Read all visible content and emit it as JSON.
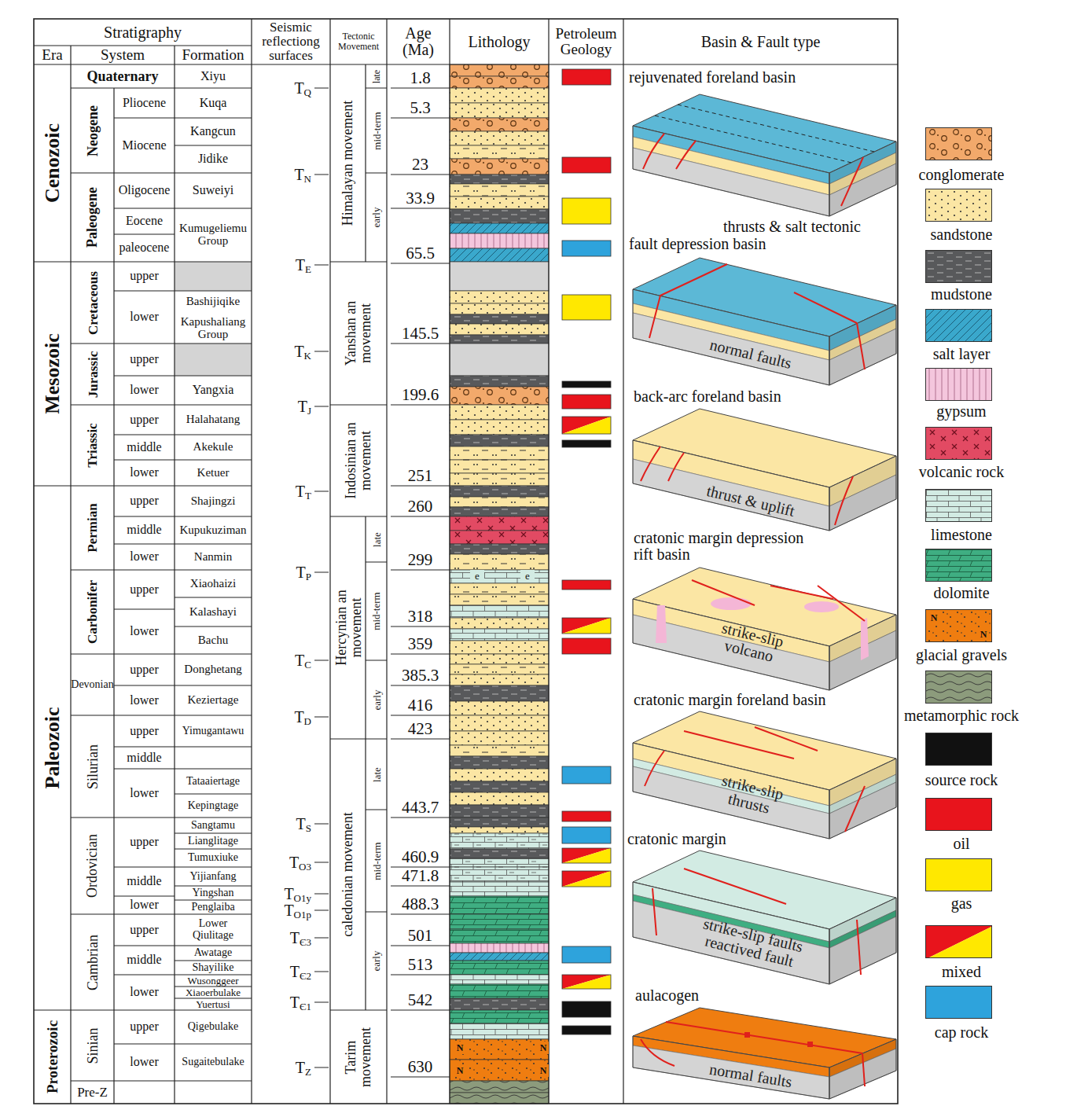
{
  "diagram": {
    "labels": [
      "Stratigraphy",
      "Era",
      "System",
      "Formation",
      "Seismic reflectiong surfaces",
      "Tectonic Movement",
      "Age (Ma)",
      "Lithology",
      "Petroleum Geology",
      "Basin & Fault type",
      "Cenozoic",
      "Mesozoic",
      "Paleozoic",
      "Proterozoic",
      "Quaternary",
      "Neogene",
      "Paleogene",
      "Cretaceous",
      "Jurassic",
      "Triassic",
      "Permian",
      "Carbonifer",
      "Devonian",
      "Silurian",
      "Ordovician",
      "Cambrian",
      "Sinian",
      "Pre-Z",
      "Pliocene",
      "Miocene",
      "Oligocene",
      "Eocene",
      "paleocene",
      "upper",
      "lower",
      "upper",
      "lower",
      "upper",
      "middle",
      "lower",
      "upper",
      "middle",
      "lower",
      "upper",
      "lower",
      "upper",
      "lower",
      "upper",
      "middle",
      "lower",
      "upper",
      "middle",
      "lower",
      "upper",
      "middle",
      "lower",
      "upper",
      "lower",
      "Xiyu",
      "Kuqa",
      "Kangcun",
      "Jidike",
      "Suweiyi",
      "Kumugeliemu Group",
      "Bashijiqike",
      "Kapushaliang Group",
      "Yangxia",
      "Halahatang",
      "Akekule",
      "Ketuer",
      "Shajingzi",
      "Kupukuziman",
      "Nanmin",
      "Xiaohaizi",
      "Kalashayi",
      "Bachu",
      "Donghetang",
      "Keziertage",
      "Yimugantawu",
      "Tataaiertage",
      "Kepingtage",
      "Sangtamu",
      "Lianglitage",
      "Tumuxiuke",
      "Yijianfang",
      "Yingshan",
      "Penglaiba",
      "Lower Qiulitage",
      "Awatage",
      "Shayilike",
      "Wusonggeer",
      "Xiaoerbulake",
      "Yuertusi",
      "Qigebulake",
      "Sugaitebulake",
      "TQ",
      "TN",
      "TE",
      "TK",
      "TJ",
      "TT",
      "TP",
      "TC",
      "TD",
      "TS",
      "TO3",
      "TO1y",
      "TO1p",
      "TЄ3",
      "TЄ2",
      "TЄ1",
      "TZ",
      "Himalayan movement",
      "late",
      "mid-term",
      "early",
      "Yanshan an movement",
      "Indosinian an movement",
      "Hercynian an movement",
      "late",
      "mid-term",
      "early",
      "caledonian movement",
      "late",
      "mid-term",
      "early",
      "Tarim movement",
      "1.8",
      "5.3",
      "23",
      "33.9",
      "65.5",
      "145.5",
      "199.6",
      "251",
      "260",
      "299",
      "318",
      "359",
      "385.3",
      "416",
      "423",
      "443.7",
      "460.9",
      "471.8",
      "488.3",
      "501",
      "513",
      "542",
      "630",
      "rejuvenated foreland basin",
      "thrusts & salt tectonic",
      "fault depression basin",
      "normal faults",
      "back-arc foreland basin",
      "thrust & uplift",
      "cratonic margin depression rift basin",
      "strike-slip volcano",
      "cratonic margin foreland basin",
      "strike-slip thrusts",
      "cratonic margin",
      "strike-slip faults reactived fault",
      "aulacogen",
      "normal faults",
      "e",
      "e",
      "N",
      "N",
      "N",
      "N",
      "N",
      "N"
    ],
    "legend": [
      {
        "text": "conglomerate",
        "color": "#f2a96b"
      },
      {
        "text": "sandstone",
        "color": "#fbe6a4"
      },
      {
        "text": "mudstone",
        "color": "#58595b"
      },
      {
        "text": "salt layer",
        "color": "#3aa8cc"
      },
      {
        "text": "gypsum",
        "color": "#f4c6dd"
      },
      {
        "text": "volcanic rock",
        "color": "#e24a63"
      },
      {
        "text": "limestone",
        "color": "#d2ebe3"
      },
      {
        "text": "dolomite",
        "color": "#3fae82"
      },
      {
        "text": "glacial gravels",
        "color": "#ef7d10"
      },
      {
        "text": "metamorphic rock",
        "color": "#8c9b7c"
      },
      {
        "text": "source rock",
        "color": "#111111"
      },
      {
        "text": "oil",
        "color": "#e8141c"
      },
      {
        "text": "gas",
        "color": "#ffe800"
      },
      {
        "text": "mixed"
      },
      {
        "text": "cap rock",
        "color": "#2ea3dc"
      }
    ]
  }
}
